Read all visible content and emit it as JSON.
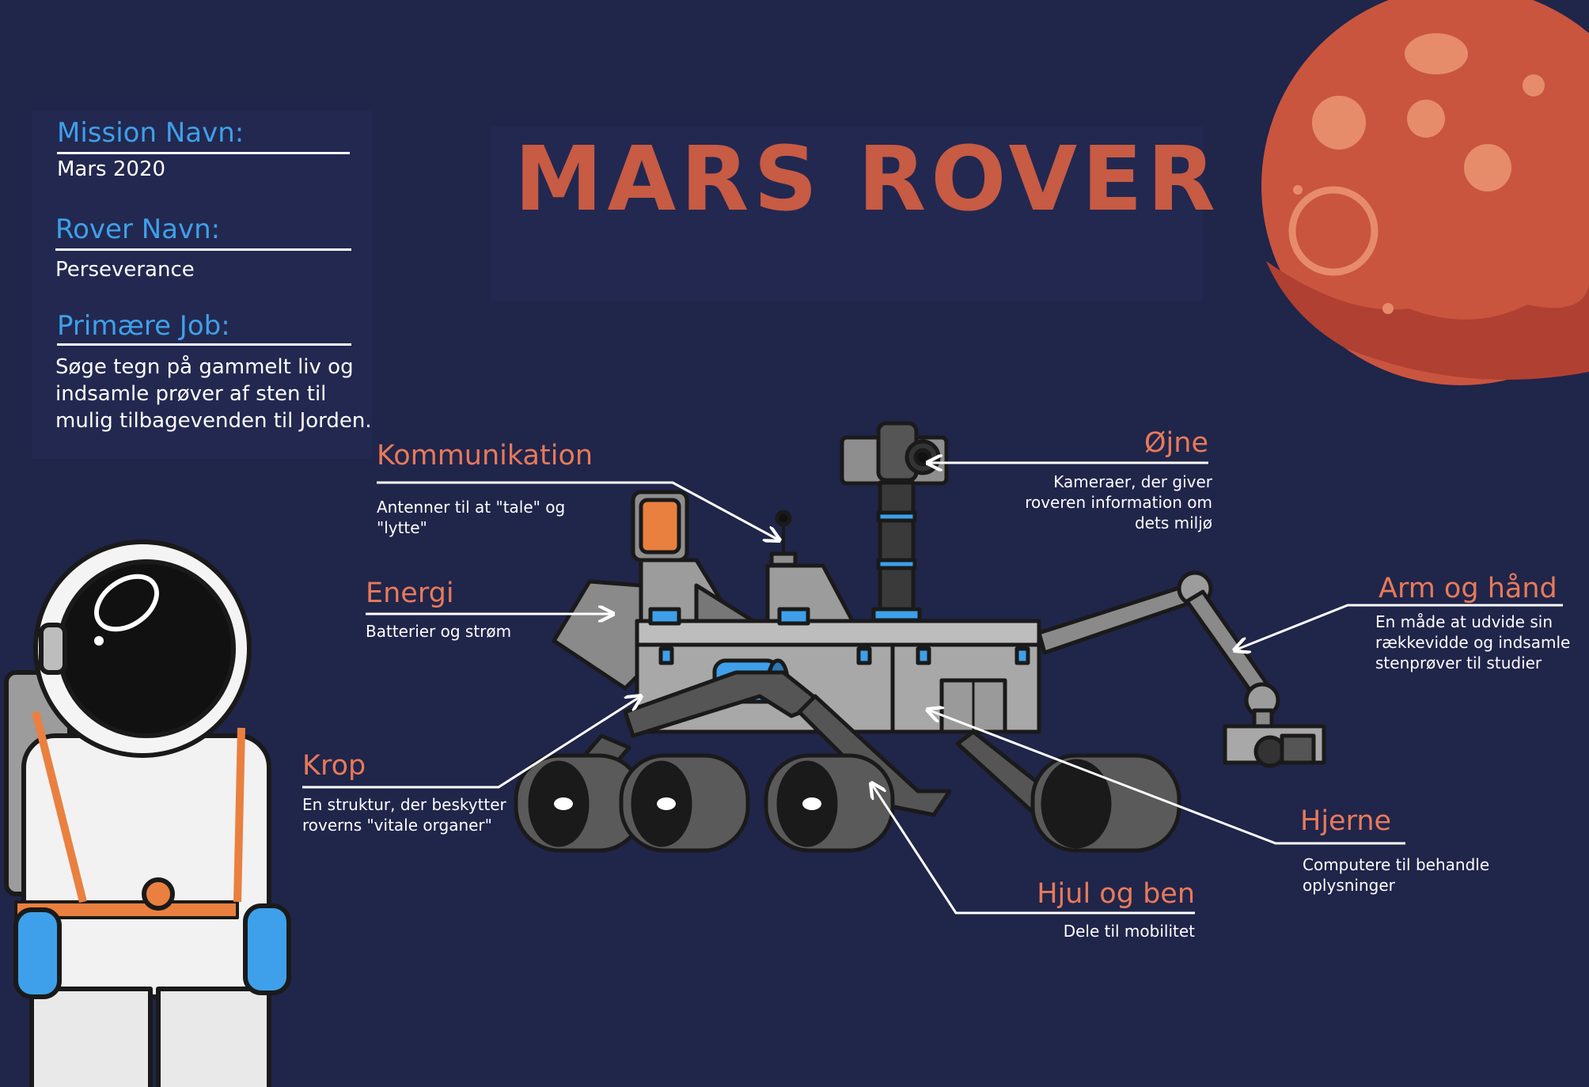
{
  "info": {
    "mission_label": "Mission Navn:",
    "mission_value": "Mars 2020",
    "rover_label": "Rover Navn:",
    "rover_value": "Perseverance",
    "job_label": "Primære Job:",
    "job_value": "Søge tegn på gammelt liv og indsamle prøver af sten til mulig tilbagevenden til Jorden."
  },
  "title": "MARS ROVER",
  "callouts": {
    "kommunikation": {
      "title": "Kommunikation",
      "desc": "Antenner til at \"tale\" og \"lytte\""
    },
    "energi": {
      "title": "Energi",
      "desc": "Batterier og strøm"
    },
    "krop": {
      "title": "Krop",
      "desc": "En struktur, der beskytter roverns \"vitale organer\""
    },
    "ojne": {
      "title": "Øjne",
      "desc": "Kameraer, der giver roveren information om dets miljø"
    },
    "arm": {
      "title": "Arm og hånd",
      "desc": "En måde at udvide sin rækkevidde og indsamle stenprøver til studier"
    },
    "hjerne": {
      "title": "Hjerne",
      "desc": "Computere til behandle oplysninger"
    },
    "hjul": {
      "title": "Hjul og ben",
      "desc": "Dele til mobilitet"
    }
  },
  "colors": {
    "background": "#20254a",
    "accent_blue": "#3ea0ea",
    "title_red": "#c75b44",
    "callout_orange": "#e77a5a",
    "planet": "#c9553f"
  }
}
